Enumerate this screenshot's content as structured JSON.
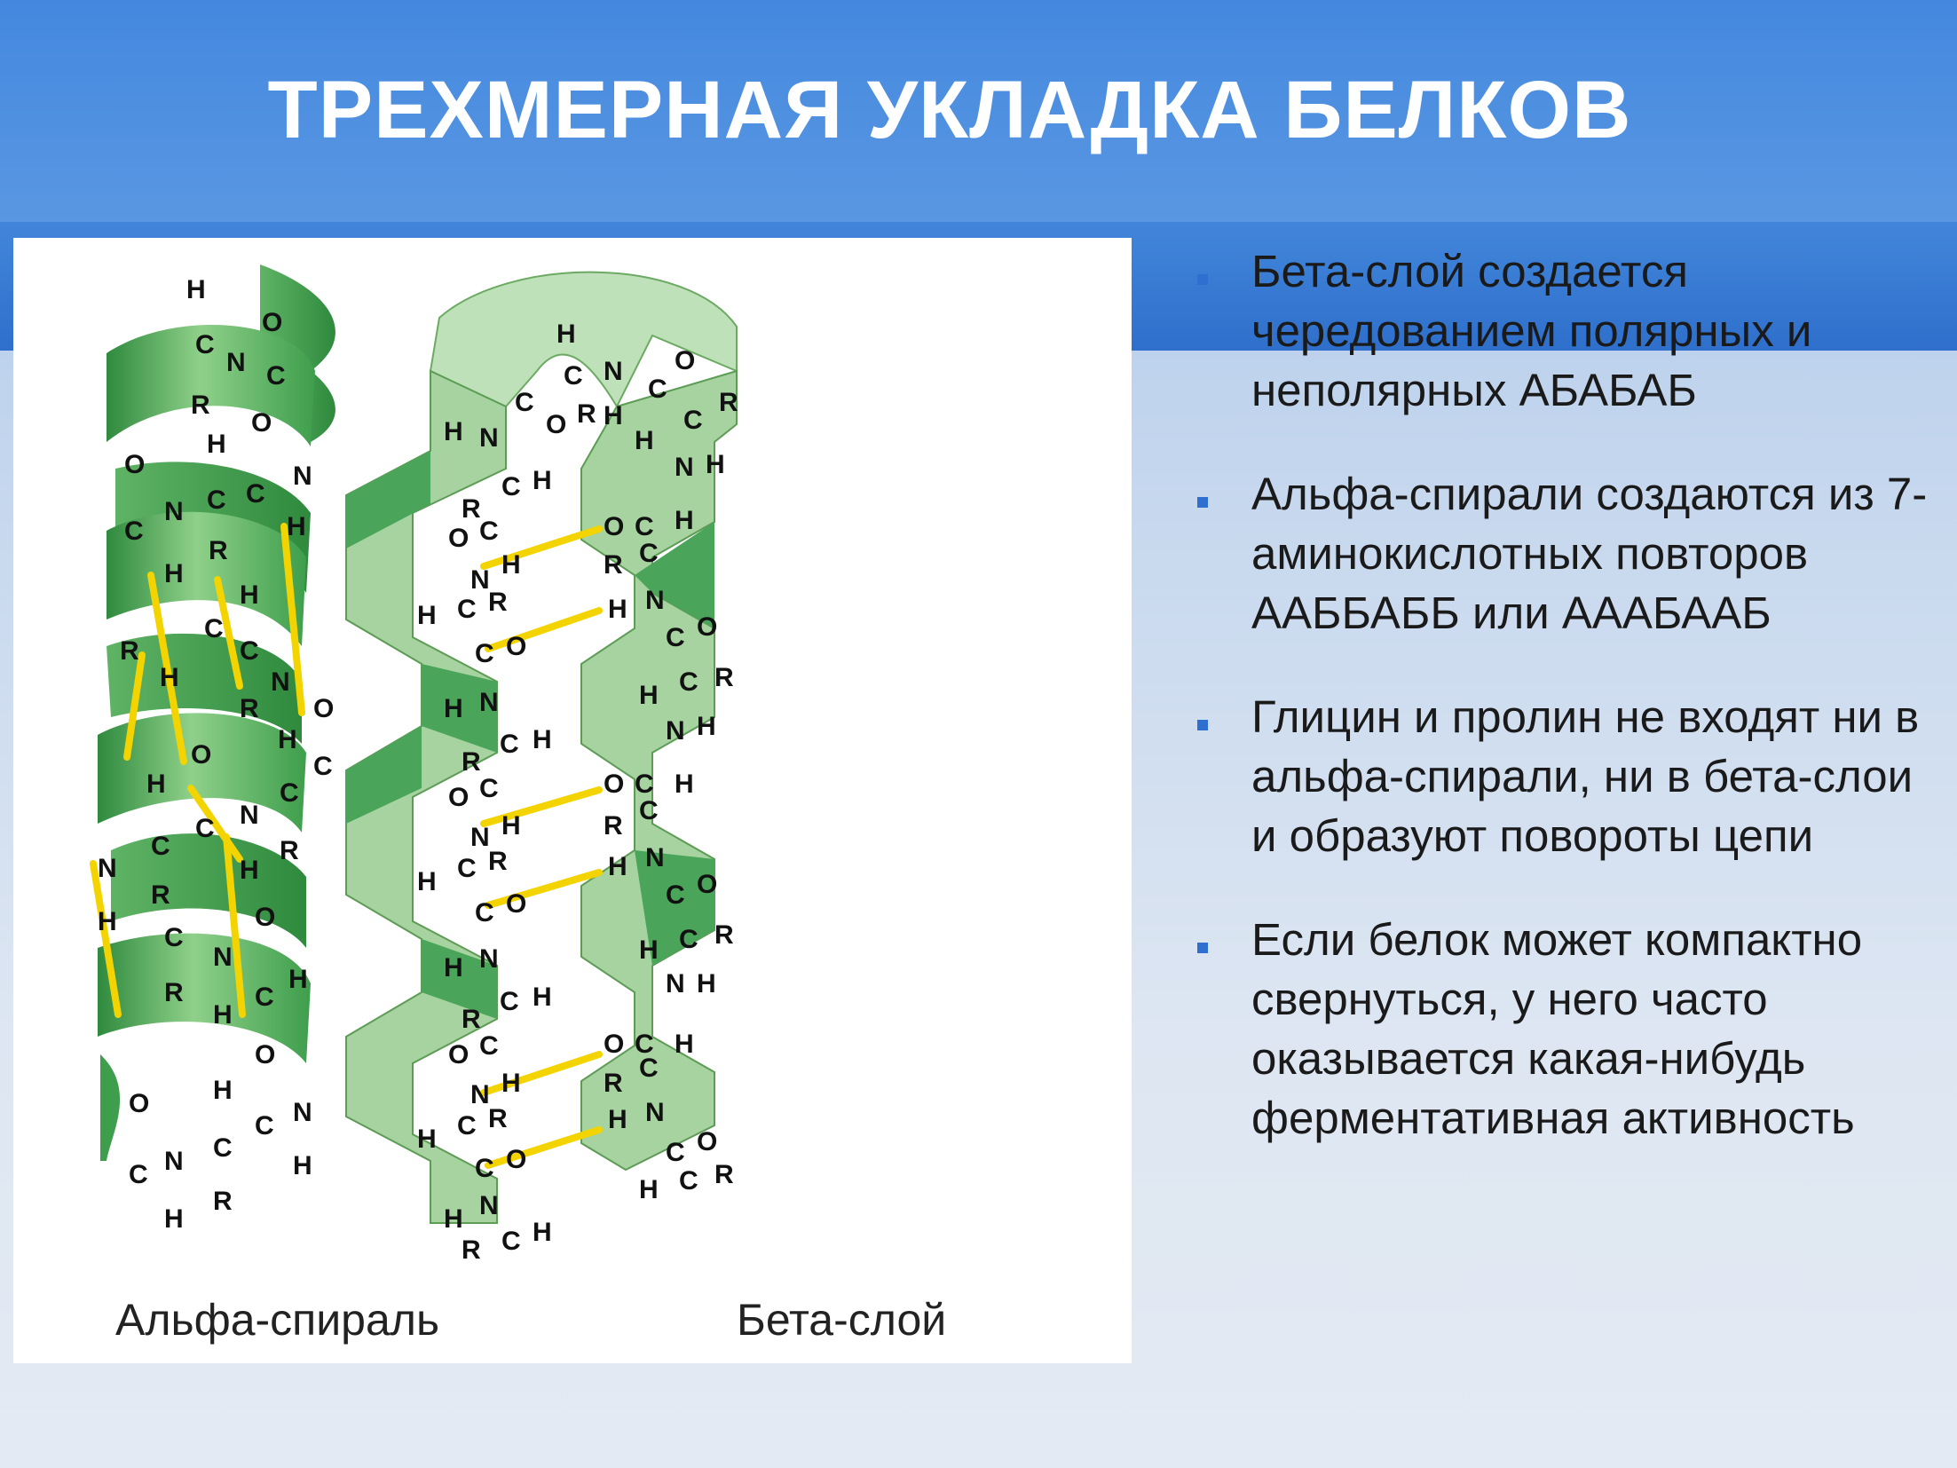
{
  "title": "ТРЕХМЕРНАЯ УКЛАДКА БЕЛКОВ",
  "figure": {
    "alpha_caption": "Альфа-спираль",
    "beta_caption": "Бета-слой"
  },
  "bullets": [
    "Бета-слой создается чередованием полярных и неполярных АБАБАБ",
    "Альфа-спирали создаются из 7-аминокислотных повторов ААББАББ или АААБААБ",
    "Глицин и пролин не входят ни в альфа-спирали, ни в бета-слои и образуют повороты цепи",
    "Если белок может компактно свернуться, у него часто оказывается какая-нибудь ферментативная активность"
  ],
  "colors": {
    "header": "#4387dd",
    "ribbon_dark": "#3a9a4a",
    "ribbon_light": "#cfe8c8",
    "hbond": "#f3d400",
    "bullet": "#2f6fd0"
  }
}
